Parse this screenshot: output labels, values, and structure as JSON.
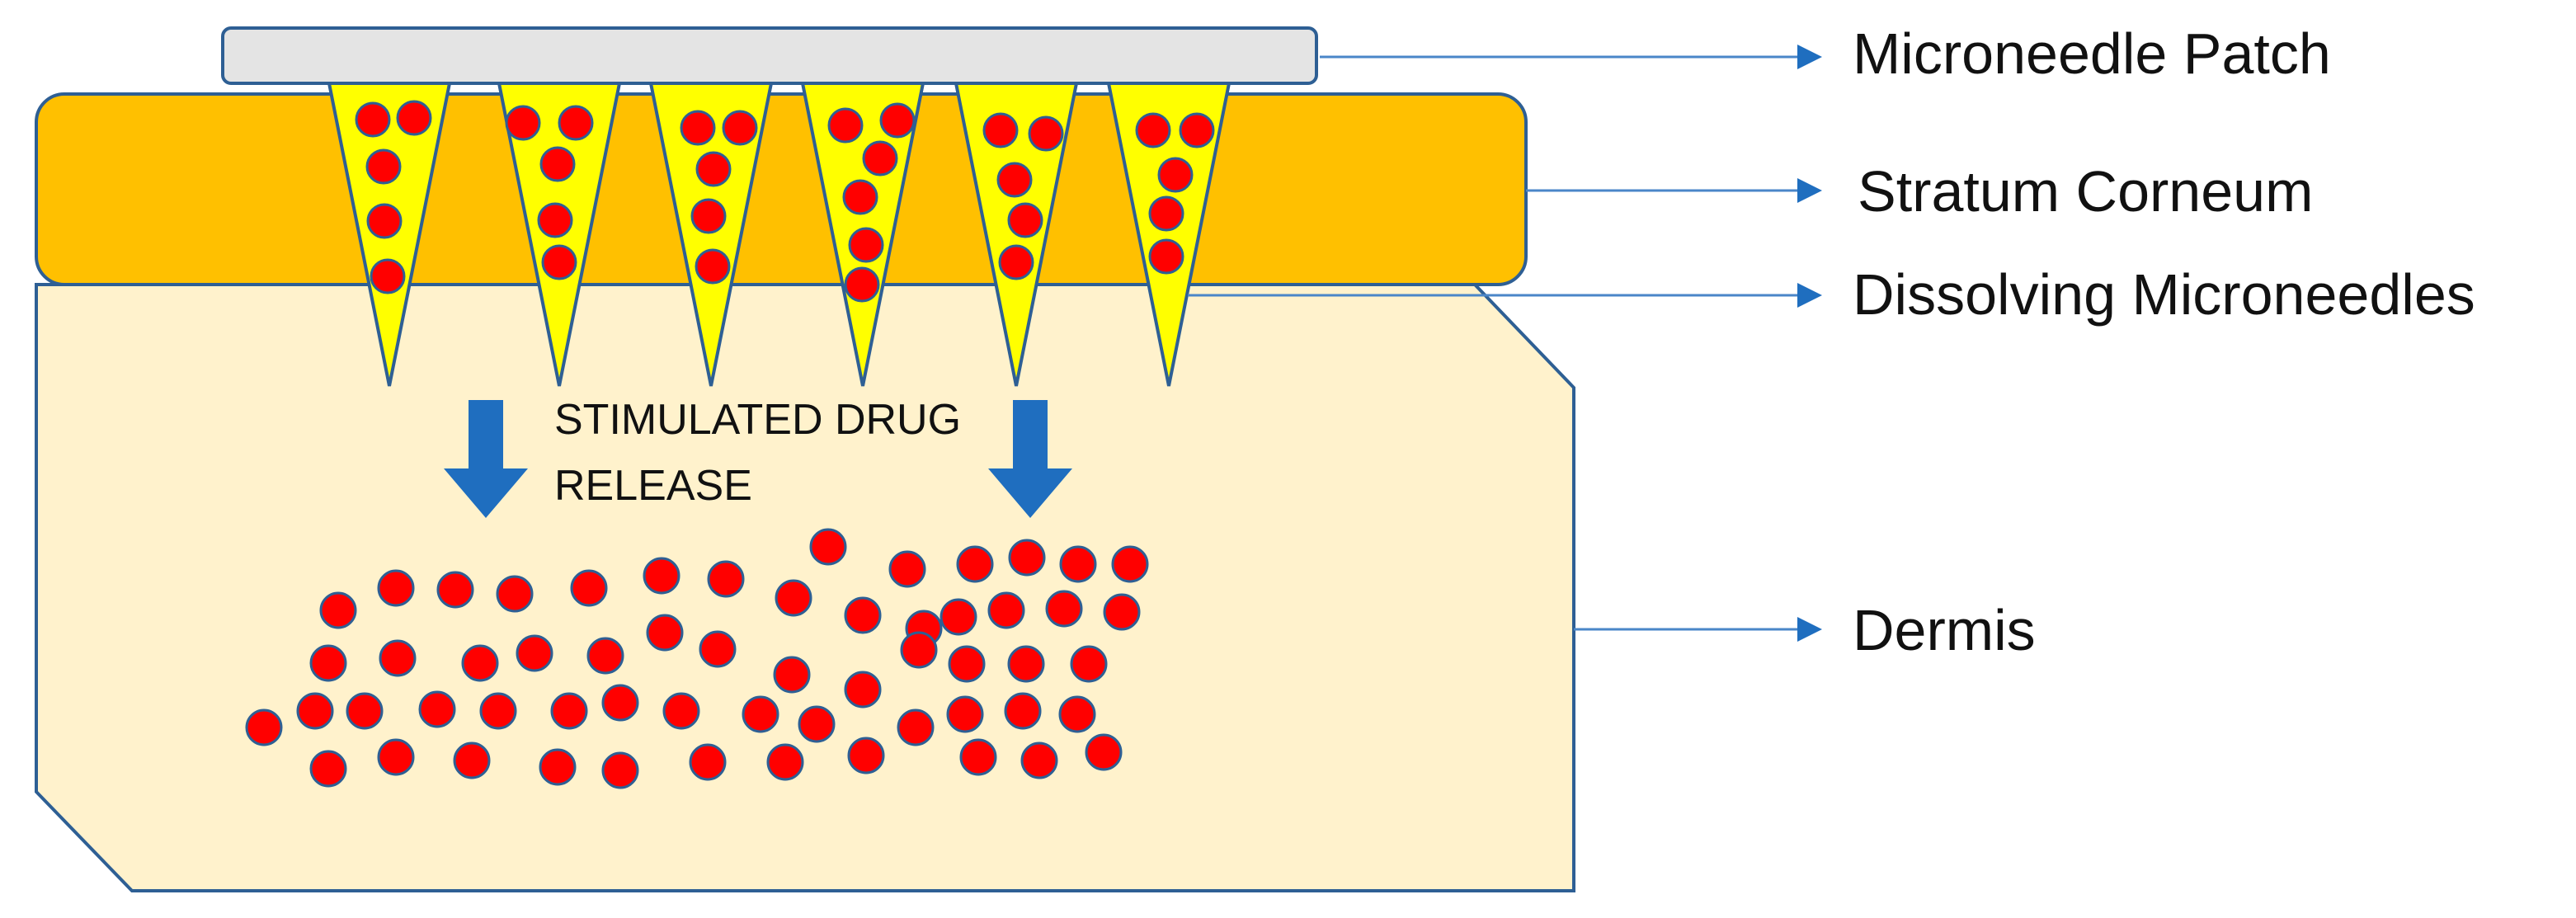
{
  "labels": {
    "patch": "Microneedle Patch",
    "stratum": "Stratum Corneum",
    "microneedles": "Dissolving Microneedles",
    "dermis": "Dermis"
  },
  "annotation": {
    "line1": "STIMULATED DRUG",
    "line2": "RELEASE"
  },
  "colors": {
    "patch_fill": "#e4e4e4",
    "outline": "#2e5f94",
    "stratum_fill": "#ffc000",
    "dermis_fill": "#fff2cc",
    "needle_fill": "#ffff00",
    "particle_fill": "#ff0000",
    "arrow_fill": "#1f6ebf",
    "leader_line": "#4a86c8"
  }
}
